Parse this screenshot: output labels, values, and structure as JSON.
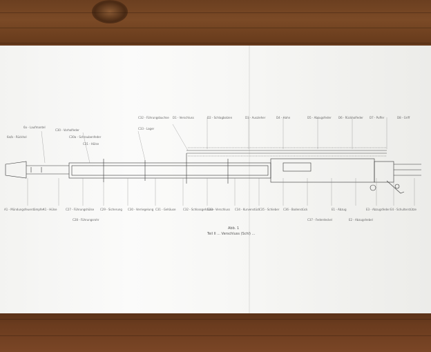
{
  "figure": {
    "caption_number": "Abb. 1",
    "caption_text": "Teil II ... Verschluss (Schl) ..."
  },
  "labels_top": [
    "6a - Laufmantel",
    "6a/b - Rückhol",
    "C30 - Vorholfeder",
    "C30a - Schraubenfeder",
    "C31 - Hülse",
    "C32 - Führungsbuchse",
    "C33 - Lager",
    "D1 - Verschluss",
    "D2 - Schlagbolzen",
    "D3 - Auszieher",
    "D4 - Hahn",
    "D5 - Abzugsfeder",
    "D6 - Rückholfeder",
    "D7 - Puffer",
    "D8 - Griff"
  ],
  "labels_bottom": [
    "A1 - Mündungsfeuerdämpfer",
    "A1 - Hülse",
    "C27 - Führungshülse",
    "C28 - Führungsrohr",
    "C29 - Sicherung",
    "C30 - Verriegelung",
    "C31 - Gehäuse",
    "C32 - Schlossgehäuse",
    "C33 - Verschluss",
    "C34 - Kurvenstück",
    "C35 - Schieber",
    "C36 - Bodenstück",
    "C37 - Federdeckel",
    "E1 - Abzug",
    "E2 - Abzugshebel",
    "E3 - Abzugsfeder",
    "E4 - Schulterstütze"
  ]
}
